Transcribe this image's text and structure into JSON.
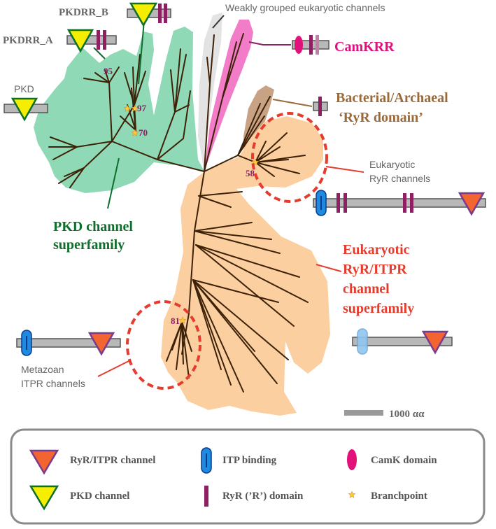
{
  "labels": {
    "pkdrr_b": "PKDRR_B",
    "pkdrr_a": "PKDRR_A",
    "pkd": "PKD",
    "weakly_grouped": "Weakly grouped eukaryotic channels",
    "camkrr": "CamKRR",
    "bacterial_line1": "Bacterial/Archaeal",
    "bacterial_line2": "‘RyR domain’",
    "euk_ryr_line1": "Eukaryotic",
    "euk_ryr_line2": "RyR channels",
    "pkd_super_line1": "PKD channel",
    "pkd_super_line2": "superfamily",
    "ryr_itpr_super_line1": "Eukaryotic",
    "ryr_itpr_super_line2": "RyR/ITPR",
    "ryr_itpr_super_line3": "channel",
    "ryr_itpr_super_line4": "superfamily",
    "metazoan_line1": "Metazoan",
    "metazoan_line2": "ITPR channels",
    "scale": "1000 αα"
  },
  "branch_support": {
    "b95": "95",
    "b97": "97",
    "b70": "70",
    "b58": "58",
    "b81": "81"
  },
  "legend": {
    "ryr_itpr_channel": "RyR/ITPR channel",
    "pkd_channel": "PKD channel",
    "itp_binding": "ITP binding",
    "ryr_domain": "RyR (’R’) domain",
    "camk_domain": "CamK domain",
    "branchpoint": "Branchpoint"
  },
  "colors": {
    "pkd_clade": "#8fd9b6",
    "ryr_clade": "#fbcf9f",
    "camkrr_clade": "#f27cc7",
    "bacterial_clade": "#c8a285",
    "weak_clade": "#e3e3e3",
    "branch": "#3d2208",
    "pkd_text": "#0e6e2c",
    "ryr_text": "#e53c2e",
    "camk_text": "#e0107e",
    "bacterial_text": "#9b6a3b",
    "ryr_domain": "#8e1f63",
    "itp_binding": "#1f8be0",
    "camk_domain": "#e2127b",
    "pkd_triangle": "#f5ee00",
    "ryr_triangle": "#f26530",
    "support_number": "#8e1f63",
    "star": "#ffc83a"
  }
}
